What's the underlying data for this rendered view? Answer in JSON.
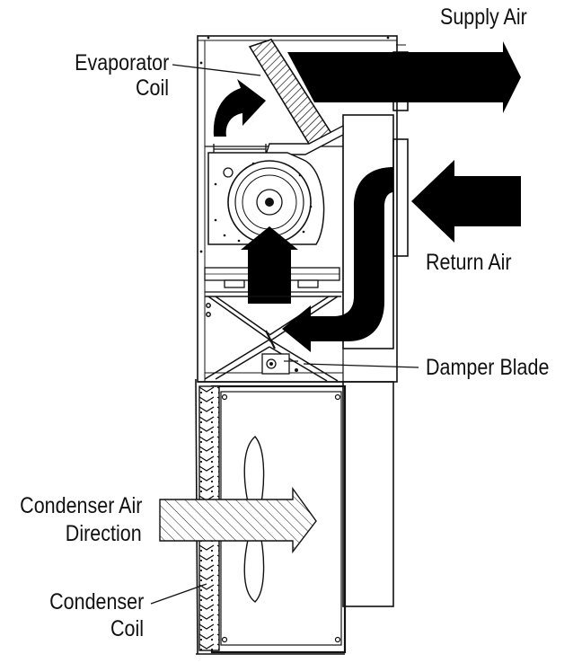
{
  "labels": {
    "supply_air": "Supply Air",
    "evaporator_coil_line1": "Evaporator",
    "evaporator_coil_line2": "Coil",
    "return_air": "Return Air",
    "damper_blade": "Damper Blade",
    "condenser_air_direction_line1": "Condenser Air",
    "condenser_air_direction_line2": "Direction",
    "condenser_coil_line1": "Condenser",
    "condenser_coil_line2": "Coil"
  },
  "colors": {
    "arrow_fill": "#000000",
    "line": "#111111",
    "background": "#ffffff"
  }
}
